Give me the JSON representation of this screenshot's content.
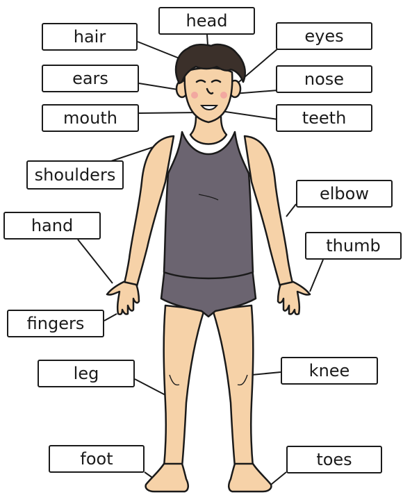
{
  "labels": {
    "head": "head",
    "hair": "hair",
    "eyes": "eyes",
    "ears": "ears",
    "nose": "nose",
    "mouth": "mouth",
    "teeth": "teeth",
    "shoulders": "shoulders",
    "elbow": "elbow",
    "hand": "hand",
    "thumb": "thumb",
    "fingers": "fingers",
    "leg": "leg",
    "knee": "knee",
    "foot": "foot",
    "toes": "toes"
  },
  "colors": {
    "skin": "#f6d2a8",
    "skin_shade": "#e9b98a",
    "hair": "#3b302a",
    "vest": "#6b6470",
    "vest_shade": "#5a5460",
    "outline": "#1a1a1a"
  }
}
